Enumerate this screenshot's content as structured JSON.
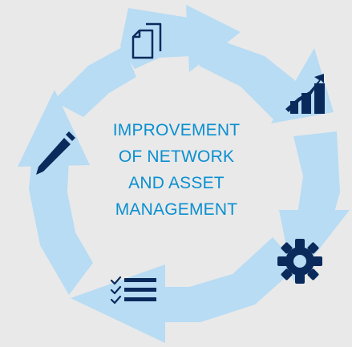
{
  "diagram": {
    "center_title_lines": [
      "IMPROVEMENT",
      "OF NETWORK",
      "AND ASSET",
      "MANAGEMENT"
    ],
    "stages": [
      {
        "icon": "documents-icon"
      },
      {
        "icon": "growth-chart-icon"
      },
      {
        "icon": "gear-icon"
      },
      {
        "icon": "checklist-icon"
      },
      {
        "icon": "pencil-icon"
      }
    ],
    "colors": {
      "background": "#e9e9e9",
      "arrow_fill": "#b7dcf4",
      "accent": "#0a8fd0",
      "icon_dark": "#0a2a5c"
    }
  }
}
